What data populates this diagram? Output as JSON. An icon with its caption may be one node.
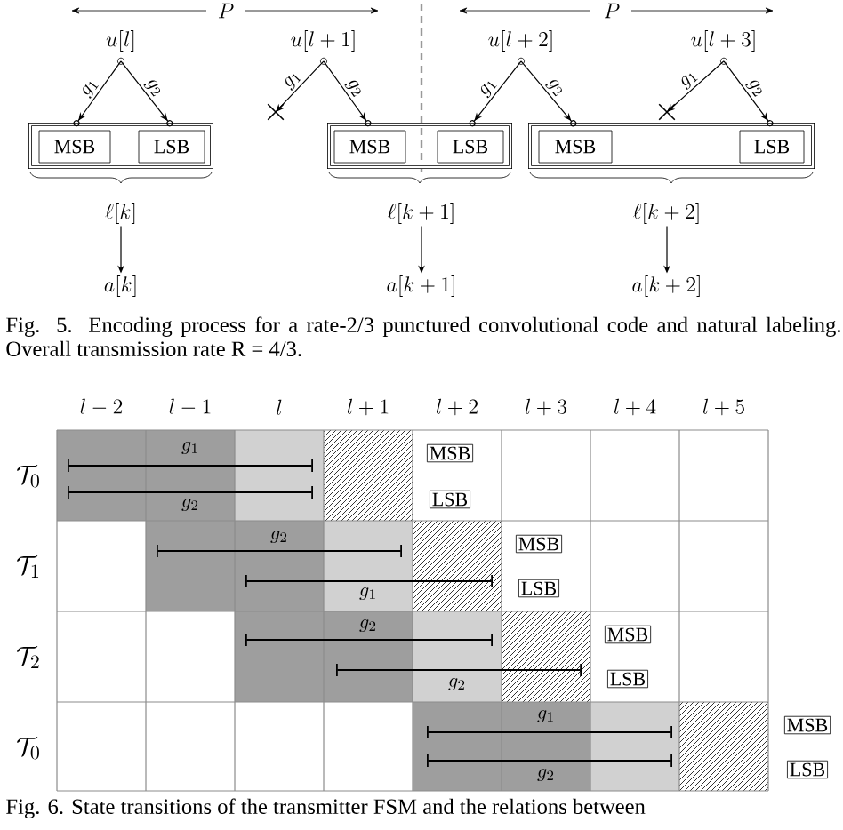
{
  "diagram": {
    "nodes": [
      {
        "text": [
          "u[l]"
        ]
      },
      {
        "text": [
          "u[l+1]"
        ]
      },
      {
        "text": [
          "u[l+2]"
        ]
      },
      {
        "text": [
          "u[l+3]"
        ]
      },
      {
        "text": [],
        "shape": "box"
      },
      {
        "text": [
          "MSB"
        ],
        "in": 4
      },
      {
        "text": [
          "LSB"
        ],
        "in": 4
      },
      {
        "text": [],
        "shape": "box"
      },
      {
        "text": [
          "MSB"
        ],
        "in": 7
      },
      {
        "text": [
          "LSB"
        ],
        "in": 7
      },
      {
        "text": [],
        "shape": "box"
      },
      {
        "text": [
          "MSB"
        ],
        "in": 10
      },
      {
        "text": [
          "LSB"
        ],
        "in": 10
      },
      {
        "text": [],
        "shape": "cross"
      },
      {
        "text": [],
        "shape": "cross"
      },
      {
        "text": [
          "\\ell[k]"
        ]
      },
      {
        "text": [
          "\\ell[k+1]"
        ]
      },
      {
        "text": [
          "\\ell[k+2]"
        ]
      },
      {
        "text": [
          "a[k]"
        ]
      },
      {
        "text": [
          "a[k+1]"
        ]
      },
      {
        "text": [
          "a[k+2]"
        ]
      },
      {
        "text": [
          "MSB"
        ]
      },
      {
        "text": [
          "LSB"
        ]
      },
      {
        "text": [
          "MSB"
        ]
      },
      {
        "text": [
          "LSB"
        ]
      },
      {
        "text": [
          "MSB"
        ]
      },
      {
        "text": [
          "LSB"
        ]
      },
      {
        "text": [
          "MSB"
        ]
      },
      {
        "text": [
          "LSB"
        ]
      }
    ],
    "edges": [
      {
        "from": 0,
        "to": 5,
        "arrow": "to",
        "label": "g_1"
      },
      {
        "from": 0,
        "to": 6,
        "arrow": "to",
        "label": "g_2"
      },
      {
        "from": 1,
        "to": 13,
        "arrow": "to",
        "label": "g_1"
      },
      {
        "from": 1,
        "to": 8,
        "arrow": "to",
        "label": "g_2"
      },
      {
        "from": 2,
        "to": 9,
        "arrow": "to",
        "label": "g_1"
      },
      {
        "from": 2,
        "to": 11,
        "arrow": "to",
        "label": "g_2"
      },
      {
        "from": 3,
        "to": 14,
        "arrow": "to",
        "label": "g_1"
      },
      {
        "from": 3,
        "to": 12,
        "arrow": "to",
        "label": "g_2"
      },
      {
        "from": 15,
        "to": 18,
        "arrow": "to"
      },
      {
        "from": 16,
        "to": 19,
        "arrow": "to"
      },
      {
        "from": 17,
        "to": 20,
        "arrow": "to"
      }
    ],
    "labels": [
      "P",
      "P",
      "Fig. 5. Encoding process for a rate-2/3 punctured convolutional code and natural labeling. Overall transmission rate R = 4/3.",
      "l-2",
      "l-1",
      "l",
      "l+1",
      "l+2",
      "l+3",
      "l+4",
      "l+5",
      "\\mathcal{T}_0",
      "\\mathcal{T}_1",
      "\\mathcal{T}_2",
      "\\mathcal{T}_0",
      "g_1",
      "g_2",
      "g_2",
      "g_1",
      "g_2",
      "g_2",
      "g_1",
      "g_2",
      "Fig. 6. State transitions of the transmitter FSM and the relations between"
    ]
  }
}
